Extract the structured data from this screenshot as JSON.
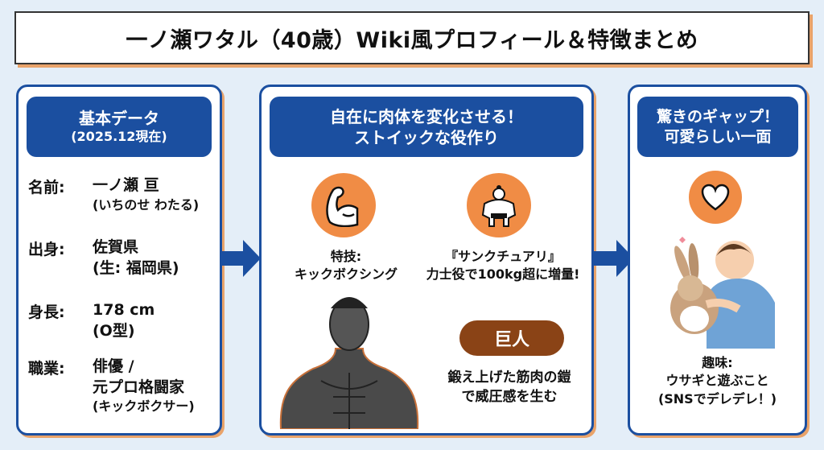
{
  "title": "一ノ瀬ワタル（40歳）Wiki風プロフィール＆特徴まとめ",
  "basic": {
    "header": "基本データ",
    "subheader": "(2025.12現在)",
    "rows": [
      {
        "key": "名前:",
        "value": "一ノ瀬 亘",
        "sub": "(いちのせ わたる)"
      },
      {
        "key": "出身:",
        "value": "佐賀県",
        "sub": "(生: 福岡県)"
      },
      {
        "key": "身長:",
        "value": "178 cm",
        "sub": "(O型)"
      },
      {
        "key": "職業:",
        "value": "俳優 /",
        "value2": "元プロ格闘家",
        "sub": "(キックボクサー)"
      }
    ]
  },
  "body": {
    "header1": "自在に肉体を変化させる！",
    "header2": "ストイックな役作り",
    "skill_label": "特技:",
    "skill_value": "キックボクシング",
    "sumo_line1": "『サンクチュアリ』",
    "sumo_line2": "力士役で100kg超に増量!",
    "badge": "巨人",
    "desc1": "鍛え上げた筋肉の鎧",
    "desc2": "で威圧感を生む"
  },
  "gap": {
    "header1": "驚きのギャップ！",
    "header2": "可愛らしい一面",
    "hobby_label": "趣味:",
    "hobby_value": "ウサギと遊ぶこと",
    "hobby_note": "(SNSでデレデレ！)"
  },
  "colors": {
    "blue": "#1b4fa0",
    "orange": "#f08c45",
    "brown": "#8a4316"
  }
}
